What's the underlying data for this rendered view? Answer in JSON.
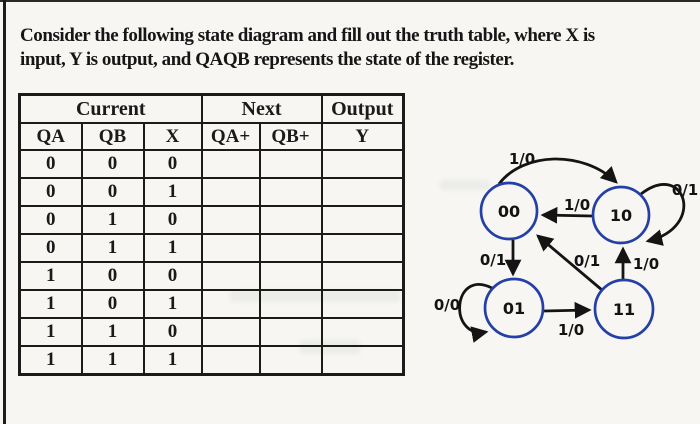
{
  "question": {
    "line1": "Consider the following state diagram and fill out the truth table, where X is",
    "line2": "input, Y is output, and QAQB represents the state of the register."
  },
  "table": {
    "groups": {
      "current": "Current",
      "next": "Next",
      "output": "Output"
    },
    "headers": {
      "qa": "QA",
      "qb": "QB",
      "x": "X",
      "qa_plus": "QA+",
      "qb_plus": "QB+",
      "y": "Y"
    },
    "rows": [
      {
        "qa": "0",
        "qb": "0",
        "x": "0",
        "qa_plus": "",
        "qb_plus": "",
        "y": ""
      },
      {
        "qa": "0",
        "qb": "0",
        "x": "1",
        "qa_plus": "",
        "qb_plus": "",
        "y": ""
      },
      {
        "qa": "0",
        "qb": "1",
        "x": "0",
        "qa_plus": "",
        "qb_plus": "",
        "y": ""
      },
      {
        "qa": "0",
        "qb": "1",
        "x": "1",
        "qa_plus": "",
        "qb_plus": "",
        "y": ""
      },
      {
        "qa": "1",
        "qb": "0",
        "x": "0",
        "qa_plus": "",
        "qb_plus": "",
        "y": ""
      },
      {
        "qa": "1",
        "qb": "0",
        "x": "1",
        "qa_plus": "",
        "qb_plus": "",
        "y": ""
      },
      {
        "qa": "1",
        "qb": "1",
        "x": "0",
        "qa_plus": "",
        "qb_plus": "",
        "y": ""
      },
      {
        "qa": "1",
        "qb": "1",
        "x": "1",
        "qa_plus": "",
        "qb_plus": "",
        "y": ""
      }
    ]
  },
  "diagram": {
    "states": [
      {
        "name": "00"
      },
      {
        "name": "10"
      },
      {
        "name": "01"
      },
      {
        "name": "11"
      }
    ],
    "edges": [
      {
        "from": "00",
        "to": "10",
        "label": "1/0"
      },
      {
        "from": "10",
        "to": "00",
        "label": "1/0"
      },
      {
        "from": "10",
        "to": "10",
        "label": "0/1"
      },
      {
        "from": "00",
        "to": "01",
        "label": "0/1"
      },
      {
        "from": "11",
        "to": "00",
        "label": "0/1"
      },
      {
        "from": "11",
        "to": "10",
        "label": "1/0"
      },
      {
        "from": "01",
        "to": "01",
        "label": "0/0"
      },
      {
        "from": "01",
        "to": "11",
        "label": "1/0"
      }
    ]
  },
  "colors": {
    "state_circle": "#2440a6",
    "ink": "#1b1b1b",
    "paper": "#f7f6f3"
  }
}
